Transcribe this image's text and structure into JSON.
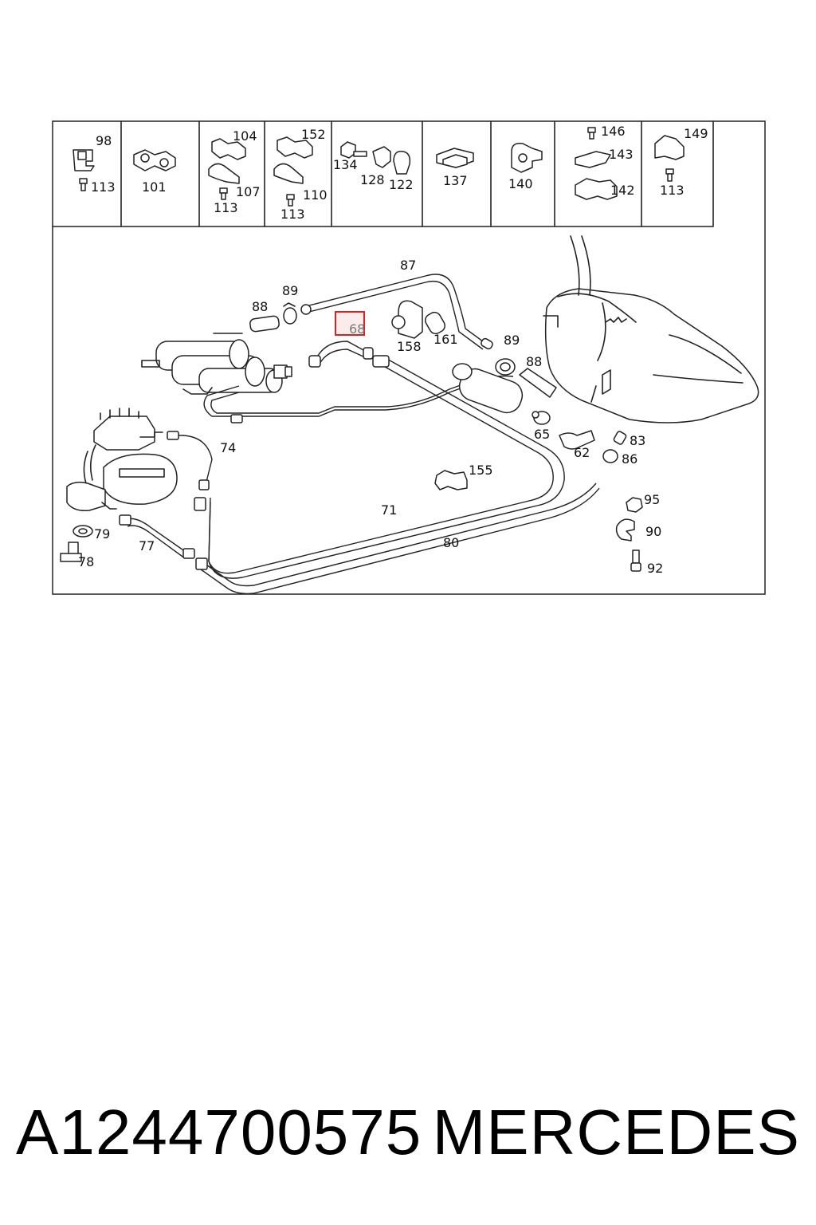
{
  "catalog": {
    "part_number": "A1244700575",
    "brand": "MERCEDES"
  },
  "highlight": {
    "label": "68",
    "color": "#e02020"
  },
  "header_labels": {
    "c98": "98",
    "c113a": "113",
    "c101": "101",
    "c104": "104",
    "c107": "107",
    "c113b": "113",
    "c152": "152",
    "c110": "110",
    "c113c": "113",
    "c134": "134",
    "c128": "128",
    "c122": "122",
    "c137": "137",
    "c140": "140",
    "c146": "146",
    "c143": "143",
    "c142": "142",
    "c149": "149",
    "c113d": "113"
  },
  "part_labels": {
    "p87": "87",
    "p89a": "89",
    "p88a": "88",
    "p158": "158",
    "p161": "161",
    "p89b": "89",
    "p88b": "88",
    "p65": "65",
    "p62": "62",
    "p83": "83",
    "p86": "86",
    "p74": "74",
    "p155": "155",
    "p71": "71",
    "p80": "80",
    "p95": "95",
    "p90": "90",
    "p92": "92",
    "p79": "79",
    "p77": "77",
    "p78": "78"
  }
}
